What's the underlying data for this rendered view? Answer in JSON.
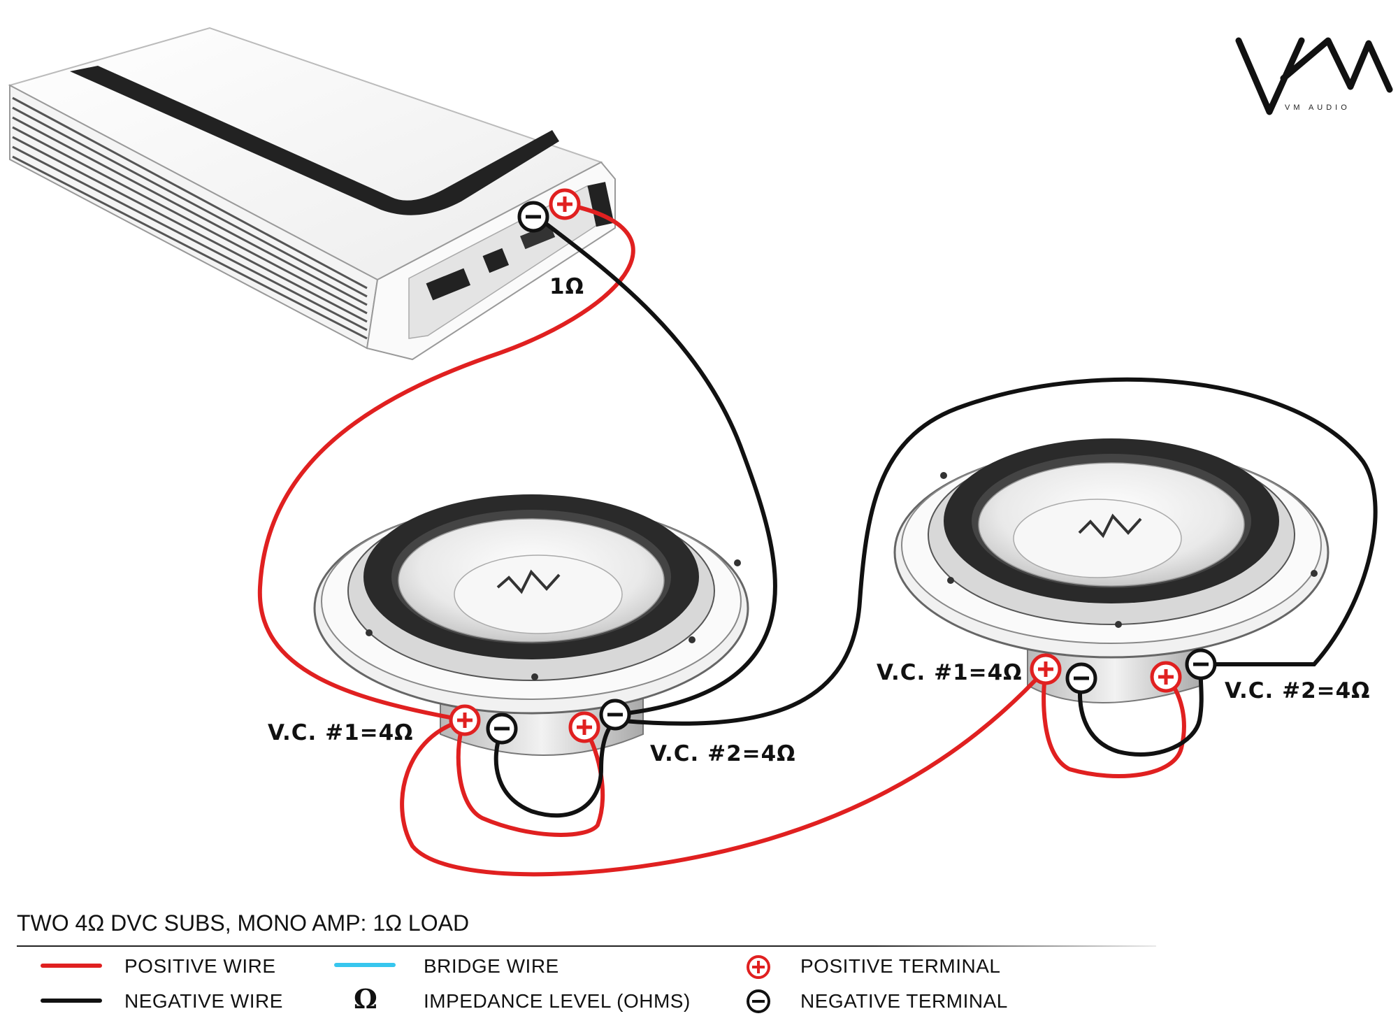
{
  "brand": {
    "logo": "VM",
    "tagline": "VM AUDIO"
  },
  "amp": {
    "impedance_label": "1Ω"
  },
  "speaker_left": {
    "vc1_label": "V.C. #1=4Ω",
    "vc2_label": "V.C. #2=4Ω"
  },
  "speaker_right": {
    "vc1_label": "V.C. #1=4Ω",
    "vc2_label": "V.C. #2=4Ω"
  },
  "caption": "TWO 4Ω DVC SUBS, MONO AMP: 1Ω LOAD",
  "legend": {
    "positive_wire": "POSITIVE WIRE",
    "negative_wire": "NEGATIVE WIRE",
    "bridge_wire": "BRIDGE WIRE",
    "impedance_symbol": "Ω",
    "impedance_level": "IMPEDANCE LEVEL (OHMS)",
    "positive_terminal": "POSITIVE TERMINAL",
    "negative_terminal": "NEGATIVE TERMINAL"
  },
  "colors": {
    "positive": "#e02020",
    "negative": "#111111",
    "bridge": "#37c6ee"
  }
}
